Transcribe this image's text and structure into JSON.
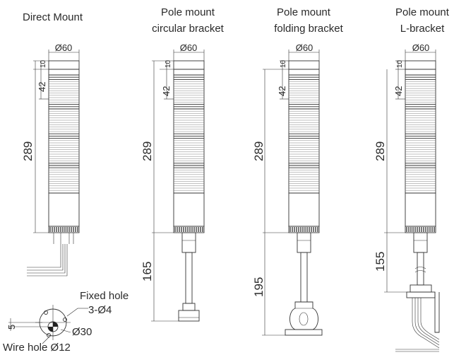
{
  "variants": [
    {
      "title_lines": [
        "Direct Mount"
      ],
      "dims": {
        "diameter": "Ø60",
        "top": "10",
        "tier": "42",
        "height": "289"
      }
    },
    {
      "title_lines": [
        "Pole mount",
        "circular bracket"
      ],
      "dims": {
        "diameter": "Ø60",
        "top": "10",
        "tier": "42",
        "height": "289",
        "pole": "165"
      }
    },
    {
      "title_lines": [
        "Pole mount",
        "folding bracket"
      ],
      "dims": {
        "diameter": "Ø60",
        "top": "10",
        "tier": "42",
        "height": "289",
        "pole": "195"
      }
    },
    {
      "title_lines": [
        "Pole mount",
        "L-bracket"
      ],
      "dims": {
        "diameter": "Ø60",
        "top": "10",
        "tier": "42",
        "height": "289",
        "pole": "155"
      }
    }
  ],
  "base_detail": {
    "fixed_hole_line1": "Fixed hole",
    "fixed_hole_line2": "3-Ø4",
    "base_dia": "Ø30",
    "wire_hole": "Wire hole Ø12",
    "offset": "5"
  }
}
